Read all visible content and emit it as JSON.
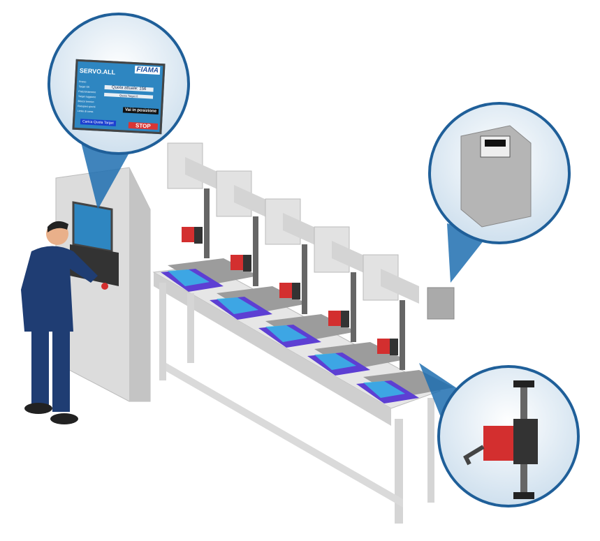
{
  "hmi": {
    "title": "SERVO.ALL",
    "brand": "FIAMA",
    "current_position": "Quota attuale: 156",
    "target_position": "Quota Target 0",
    "go_button": "Vai in posizione",
    "stop_button": "STOP",
    "load_button": "Carica Quota Target",
    "status_labels": [
      "Pronto",
      "Target OK",
      "Posizionamento",
      "Target raggiunto",
      "Blocco termico",
      "Recupero giochi",
      "Limite di corsa"
    ]
  },
  "colors": {
    "circle_border": "#1f5f99",
    "accent_blue": "#2e86c1",
    "actuator_red": "#d32f2f",
    "cabinet": "#dcdcdc",
    "suit": "#1f3d73"
  }
}
